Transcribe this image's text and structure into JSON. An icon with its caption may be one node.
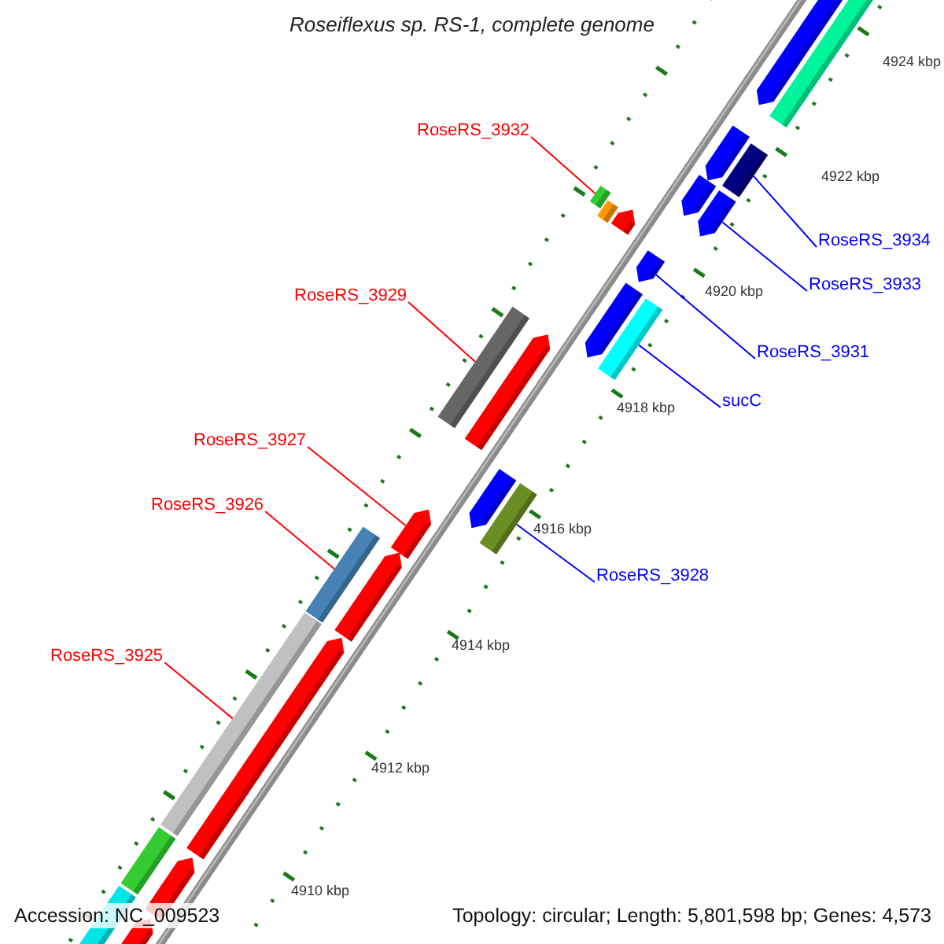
{
  "diagram": {
    "title": "Roseiflexus sp. RS-1, complete genome",
    "nodes": [
      {
        "text": [
          "RoseRS_3932"
        ]
      },
      {
        "text": [],
        "shape": "bar"
      },
      {
        "text": [
          "RoseRS_3934"
        ]
      },
      {
        "text": [],
        "shape": "bar"
      },
      {
        "text": [
          "RoseRS_3933"
        ]
      },
      {
        "text": [],
        "shape": "arrow"
      },
      {
        "text": [
          "RoseRS_3929"
        ]
      },
      {
        "text": [],
        "shape": "bar"
      },
      {
        "text": [
          "RoseRS_3931"
        ]
      },
      {
        "text": [],
        "shape": "arrow"
      },
      {
        "text": [
          "sucC"
        ]
      },
      {
        "text": [],
        "shape": "bar"
      },
      {
        "text": [
          "RoseRS_3927"
        ]
      },
      {
        "text": [],
        "shape": "arrow"
      },
      {
        "text": [
          "RoseRS_3926"
        ]
      },
      {
        "text": [],
        "shape": "bar"
      },
      {
        "text": [
          "RoseRS_3928"
        ]
      },
      {
        "text": [],
        "shape": "bar"
      },
      {
        "text": [
          "RoseRS_3925"
        ]
      },
      {
        "text": [],
        "shape": "bar"
      }
    ],
    "edges": [
      {
        "from": 0,
        "to": 1,
        "arrow": "none",
        "color": "#ff0000"
      },
      {
        "from": 2,
        "to": 3,
        "arrow": "none",
        "color": "#0000ff"
      },
      {
        "from": 4,
        "to": 5,
        "arrow": "none",
        "color": "#0000ff"
      },
      {
        "from": 6,
        "to": 7,
        "arrow": "none",
        "color": "#ff0000"
      },
      {
        "from": 8,
        "to": 9,
        "arrow": "none",
        "color": "#0000ff"
      },
      {
        "from": 10,
        "to": 11,
        "arrow": "none",
        "color": "#0000ff"
      },
      {
        "from": 12,
        "to": 13,
        "arrow": "none",
        "color": "#ff0000"
      },
      {
        "from": 14,
        "to": 15,
        "arrow": "none",
        "color": "#ff0000"
      },
      {
        "from": 16,
        "to": 17,
        "arrow": "none",
        "color": "#0000ff"
      },
      {
        "from": 18,
        "to": 19,
        "arrow": "none",
        "color": "#ff0000"
      }
    ],
    "labels": [
      "4924 kbp",
      "4922 kbp",
      "4920 kbp",
      "4918 kbp",
      "4916 kbp",
      "4914 kbp",
      "4912 kbp",
      "4910 kbp",
      "Accession: NC_009523",
      "Topology: circular; Length: 5,801,598 bp; Genes: 4,573"
    ]
  }
}
